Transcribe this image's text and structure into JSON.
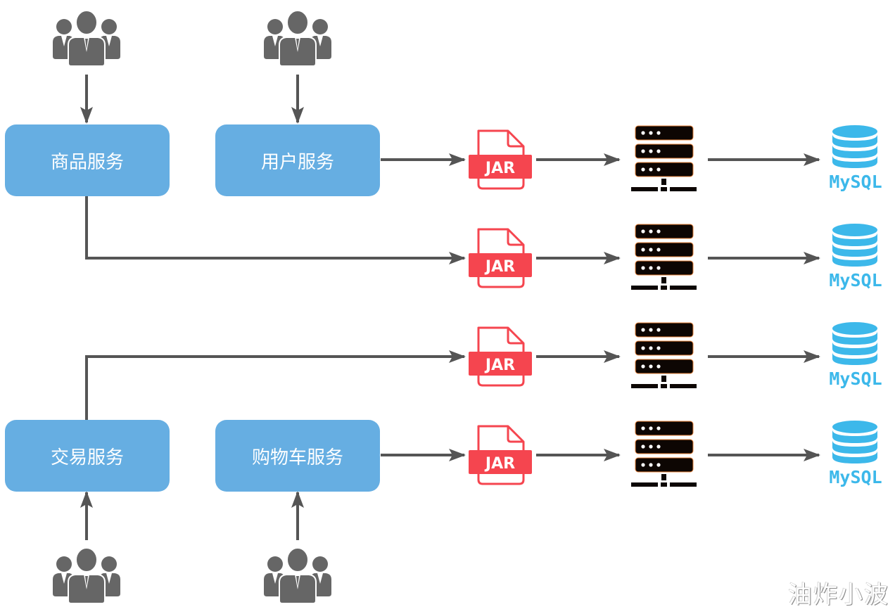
{
  "diagram": {
    "type": "microservice-deployment",
    "services": [
      {
        "id": "product",
        "label": "商品服务"
      },
      {
        "id": "user",
        "label": "用户服务"
      },
      {
        "id": "trade",
        "label": "交易服务"
      },
      {
        "id": "cart",
        "label": "购物车服务"
      }
    ],
    "artifact_label": "JAR",
    "database_label": "MySQL",
    "rows": [
      {
        "source": "user"
      },
      {
        "source": "product"
      },
      {
        "source": "trade"
      },
      {
        "source": "cart"
      }
    ],
    "icons": {
      "users": "users-group-icon",
      "artifact": "jar-file-icon",
      "server": "server-rack-icon",
      "database": "mysql-database-icon"
    },
    "colors": {
      "service_fill": "#66aee2",
      "service_text": "#ffffff",
      "arrow": "#555555",
      "users": "#666666",
      "jar": "#f5454f",
      "server": "#0d0603",
      "server_outline": "#e8833a",
      "mysql": "#3cb8ea"
    }
  },
  "watermark": "油炸小波"
}
